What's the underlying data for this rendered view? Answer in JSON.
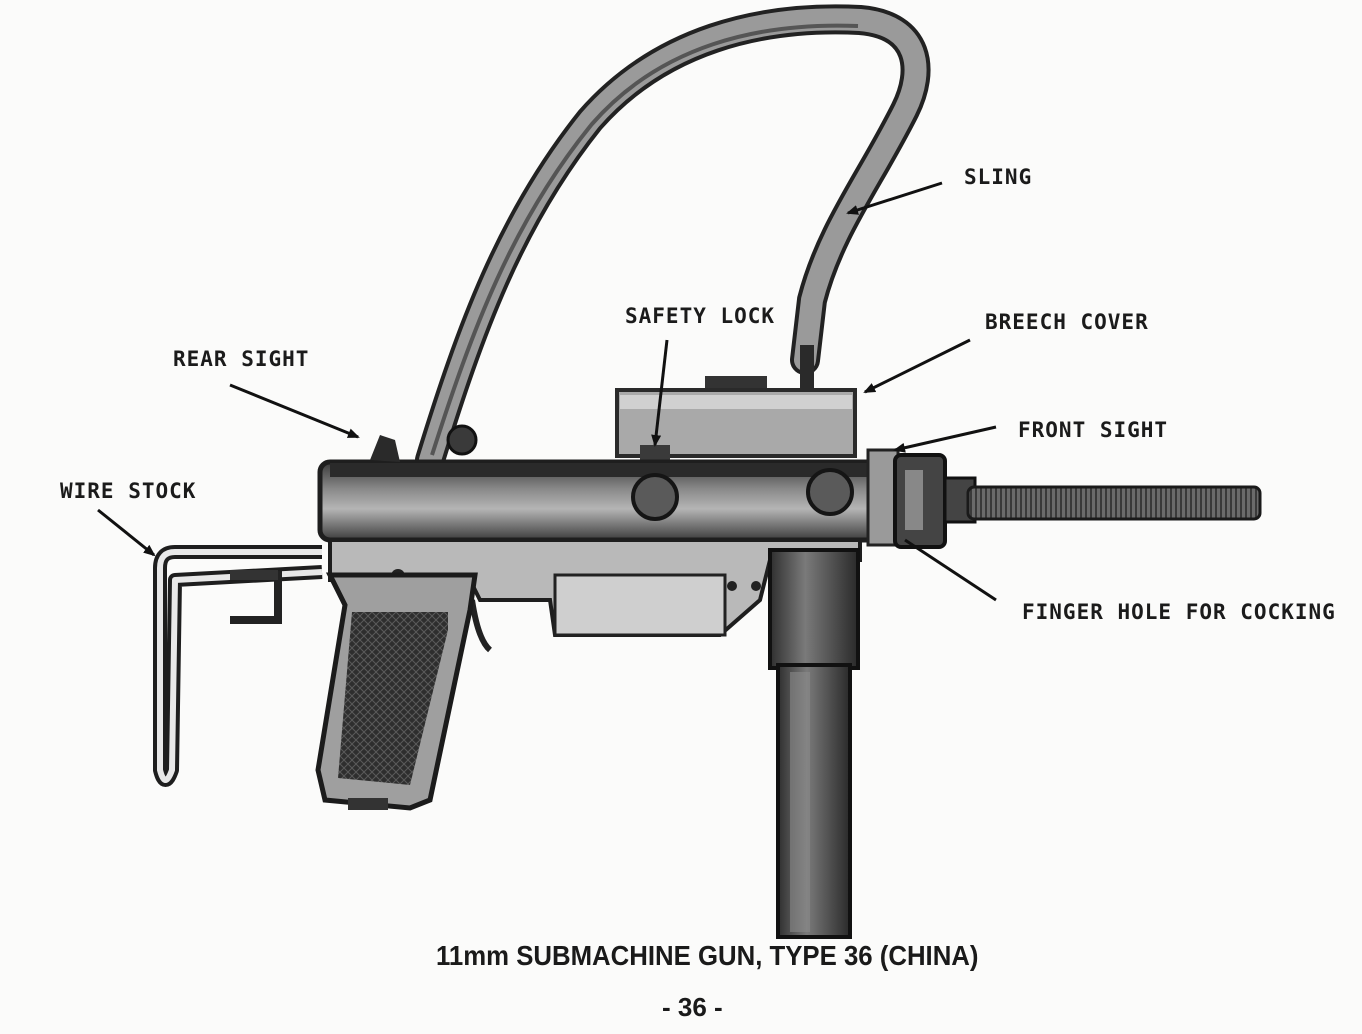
{
  "diagram": {
    "labels": {
      "sling": "SLING",
      "safety_lock": "SAFETY LOCK",
      "breech_cover": "BREECH COVER",
      "rear_sight": "REAR SIGHT",
      "front_sight": "FRONT SIGHT",
      "wire_stock": "WIRE STOCK",
      "finger_hole": "FINGER HOLE FOR COCKING"
    },
    "caption": "11mm SUBMACHINE GUN, TYPE 36 (CHINA)",
    "page_number": "- 36 -"
  }
}
